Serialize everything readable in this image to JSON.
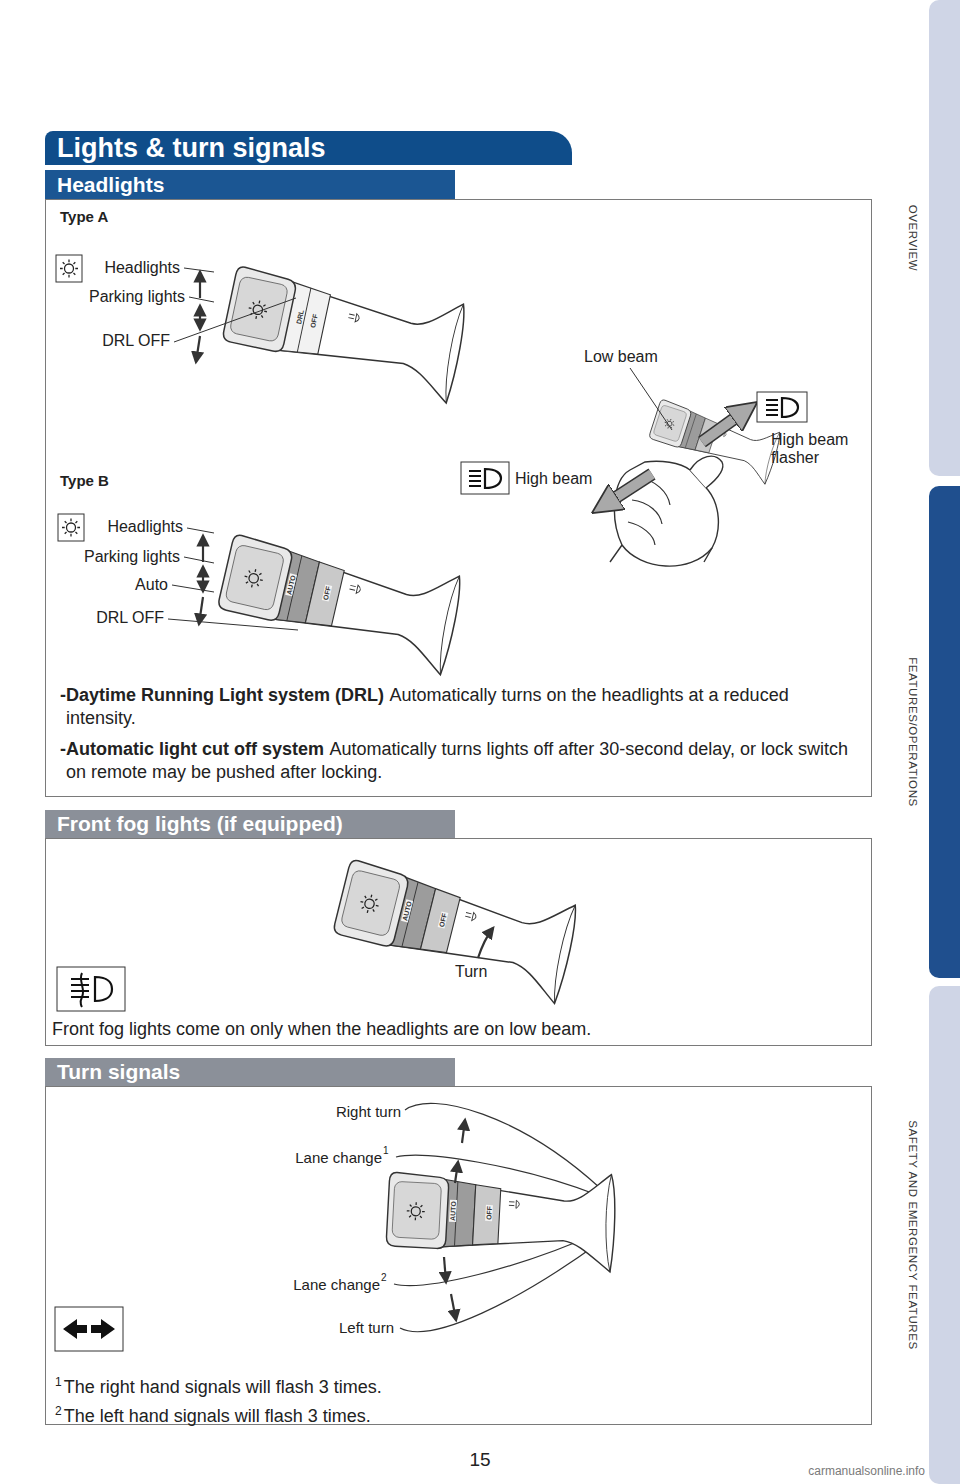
{
  "diagram": {
    "nodes": [
      {
        "text": [
          "Lights & turn signals"
        ]
      },
      {
        "text": [
          "Headlights",
          "-Daytime Running Light system (DRL)",
          "Automatically turns on the headlights at a reduced intensity.",
          "-Automatic light cut off system",
          "Automatically turns lights off after 30-second delay, or lock switch on remote may be pushed after locking."
        ]
      },
      {
        "text": [
          "Front fog lights (if equipped)",
          "Front fog lights come on only when the headlights are on low beam."
        ]
      },
      {
        "text": [
          "Turn signals",
          "1",
          "The right hand signals will flash 3 times.",
          "2",
          "The left hand signals will flash 3 times."
        ]
      },
      {
        "text": [
          "OVERVIEW"
        ]
      },
      {
        "text": [
          "FEATURES/OPERATIONS"
        ]
      },
      {
        "text": [
          "SAFETY AND EMERGENCY FEATURES"
        ]
      }
    ],
    "labels": [
      "Type A",
      "Headlights",
      "Parking lights",
      "DRL OFF",
      "Low beam",
      "High beam flasher",
      "High beam",
      "Type B",
      "Headlights",
      "Parking lights",
      "Auto",
      "DRL OFF",
      "Turn",
      "Right turn",
      "Lane change",
      "1",
      "Lane change",
      "2",
      "Left turn",
      "15",
      "DRL",
      "OFF",
      "AUTO",
      "OFF",
      "AUTO",
      "OFF",
      "AUTO",
      "OFF",
      "carmanualsonline.info"
    ]
  }
}
